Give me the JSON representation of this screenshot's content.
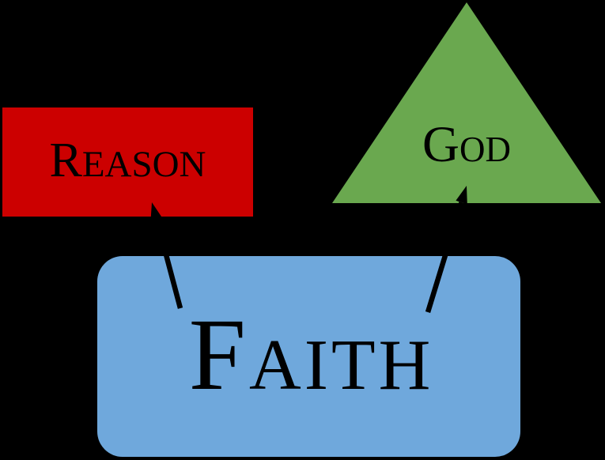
{
  "diagram": {
    "background_color": "#000000",
    "connector_color": "#000000",
    "text_color": "#000000",
    "nodes": {
      "reason": {
        "label": "Reason",
        "label_initial": "R",
        "label_rest": "EASON",
        "shape": "rectangle",
        "fill": "#cc0000"
      },
      "god": {
        "label": "God",
        "label_initial": "G",
        "label_rest": "OD",
        "shape": "triangle",
        "fill": "#6aa84f"
      },
      "faith": {
        "label": "Faith",
        "label_initial": "F",
        "label_rest": "AITH",
        "shape": "rounded-rectangle",
        "fill": "#6fa8dc"
      }
    },
    "connectors": [
      {
        "from": "faith",
        "to": "reason",
        "type": "arrow"
      },
      {
        "from": "faith",
        "to": "god",
        "type": "arrow"
      }
    ]
  }
}
